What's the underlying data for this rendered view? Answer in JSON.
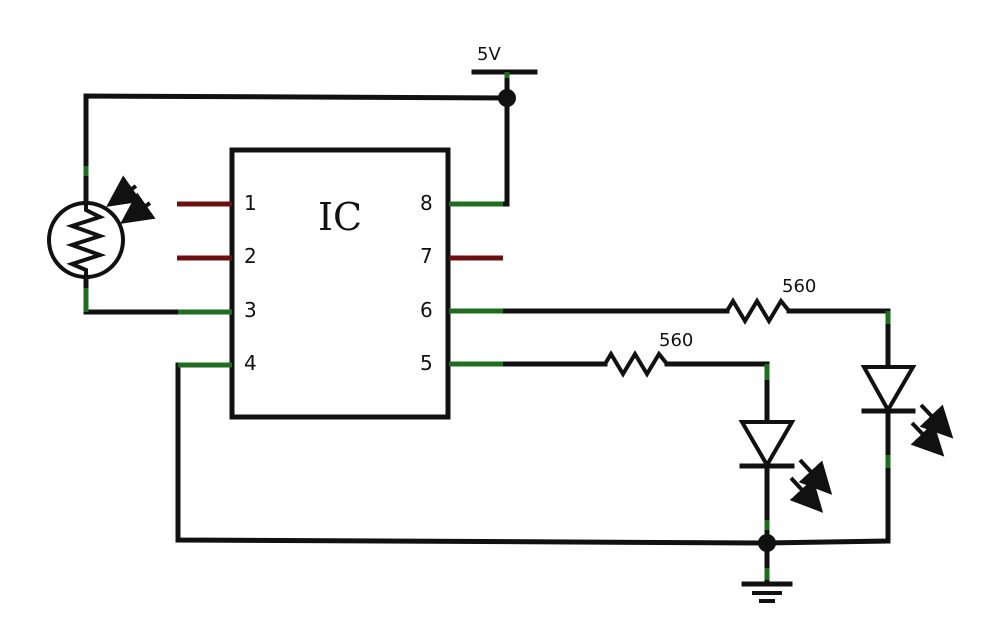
{
  "ic": {
    "label": "IC",
    "pins_left": [
      "1",
      "2",
      "3",
      "4"
    ],
    "pins_right": [
      "8",
      "7",
      "6",
      "5"
    ]
  },
  "supply": {
    "label": "5V"
  },
  "resistors": [
    {
      "value": "560"
    },
    {
      "value": "560"
    }
  ],
  "colors": {
    "wire": "#111111",
    "unconnected_pin": "#6b0f0f",
    "connection_highlight": "#1f6e1f"
  }
}
